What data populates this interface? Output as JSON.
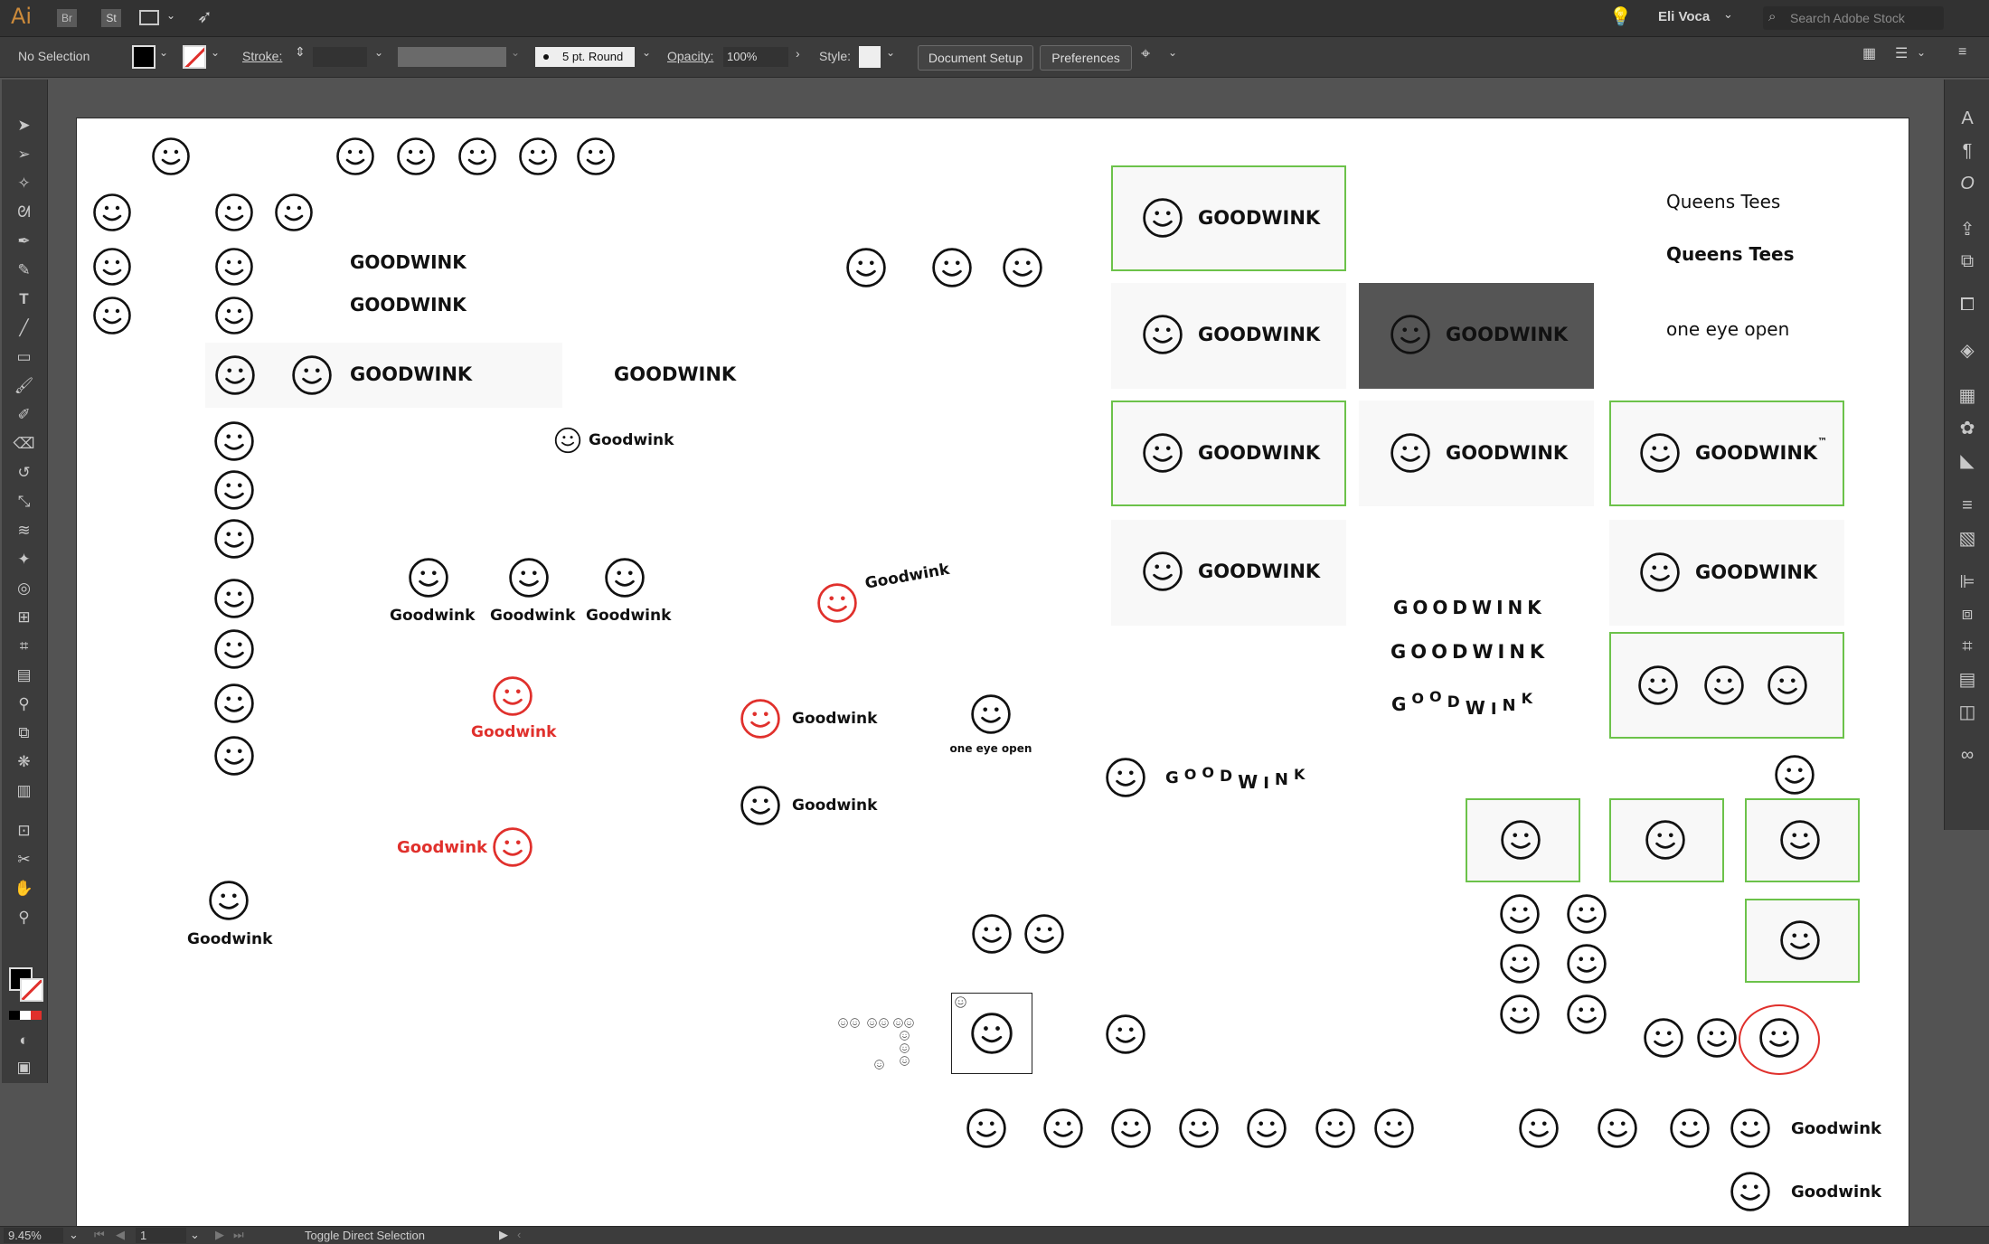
{
  "app": {
    "logo": "Ai",
    "br": "Br",
    "st": "St",
    "user": "Eli Voca",
    "search_placeholder": "Search Adobe Stock"
  },
  "control": {
    "selection": "No Selection",
    "stroke_label": "Stroke:",
    "brush": "5 pt. Round",
    "opacity_label": "Opacity:",
    "opacity_value": "100%",
    "style_label": "Style:",
    "doc_setup": "Document Setup",
    "preferences": "Preferences"
  },
  "status": {
    "zoom": "9.45%",
    "artboard": "1",
    "tool_hint": "Toggle Direct Selection"
  },
  "colors": {
    "accent_green": "#6cc24a",
    "accent_red": "#e0302c",
    "dark_box": "#555555"
  },
  "artwork": {
    "goodwink_caps": "GOODWINK",
    "goodwink": "Goodwink",
    "queens_tees": "Queens Tees",
    "one_eye_open": "one eye open",
    "tm": "™",
    "spaced_letters": [
      "G",
      "O",
      "O",
      "D",
      "W",
      "I",
      "N",
      "K"
    ]
  },
  "icons": {
    "tools": [
      "selection-icon",
      "direct-selection-icon",
      "magic-wand-icon",
      "lasso-icon",
      "pen-icon",
      "curvature-icon",
      "type-icon",
      "line-icon",
      "rectangle-icon",
      "paintbrush-icon",
      "blob-brush-icon",
      "eraser-icon",
      "rotate-icon",
      "scale-icon",
      "warp-icon",
      "puppet-icon",
      "shape-builder-icon",
      "perspective-icon",
      "mesh-icon",
      "gradient-icon",
      "eyedropper-icon",
      "blend-icon",
      "symbol-sprayer-icon",
      "graph-icon",
      "artboard-icon",
      "slice-icon",
      "hand-icon",
      "zoom-icon"
    ],
    "panels": [
      "character-icon",
      "paragraph-icon",
      "opentype-icon",
      "asset-export-icon",
      "libraries-icon",
      "artboards-icon",
      "layers-icon",
      "swatches-icon",
      "brushes-icon",
      "symbols-icon",
      "stroke-icon",
      "gradient-panel-icon",
      "align-icon",
      "pathfinder-icon",
      "transform-icon",
      "appearance-icon",
      "graphic-styles-icon",
      "creative-cloud-icon"
    ]
  }
}
